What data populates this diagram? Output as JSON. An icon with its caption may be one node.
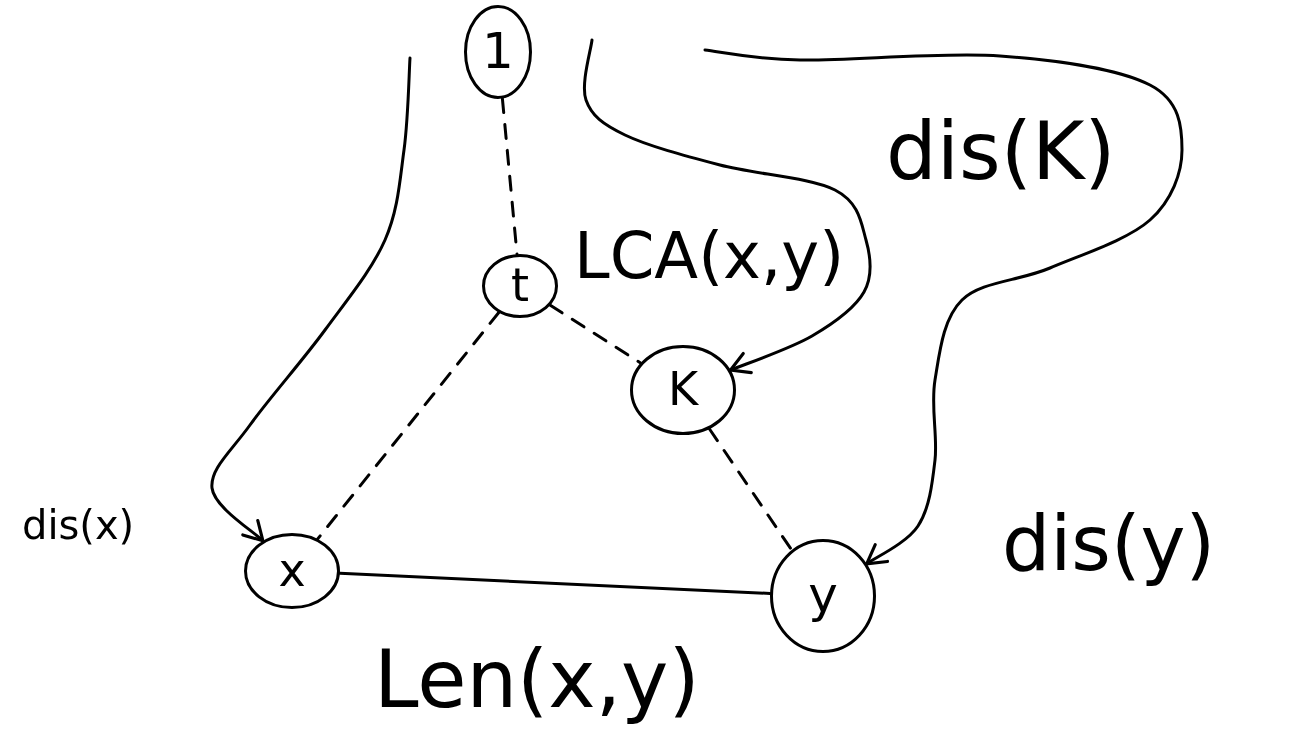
{
  "diagram": {
    "nodes": [
      {
        "text": [
          "1"
        ]
      },
      {
        "text": [
          "t"
        ],
        "beside": [
          "LCA(x,y)"
        ]
      },
      {
        "text": [
          "K"
        ]
      },
      {
        "text": [
          "x"
        ]
      },
      {
        "text": [
          "y"
        ]
      }
    ],
    "edges": [
      {
        "from": 0,
        "to": 1,
        "arrow": "none",
        "style": "dashed"
      },
      {
        "from": 1,
        "to": 3,
        "arrow": "none",
        "style": "dashed"
      },
      {
        "from": 1,
        "to": 2,
        "arrow": "none",
        "style": "dashed"
      },
      {
        "from": 2,
        "to": 4,
        "arrow": "none",
        "style": "dashed"
      },
      {
        "from": 3,
        "to": 4,
        "arrow": "none",
        "label": "Len(x,y)"
      },
      {
        "from": null,
        "to": 3,
        "arrow": "to",
        "label": "dis(x)"
      },
      {
        "from": null,
        "to": 2,
        "arrow": "to",
        "label": "dis(K)"
      },
      {
        "from": null,
        "to": 4,
        "arrow": "to",
        "label": "dis(y)"
      }
    ]
  }
}
